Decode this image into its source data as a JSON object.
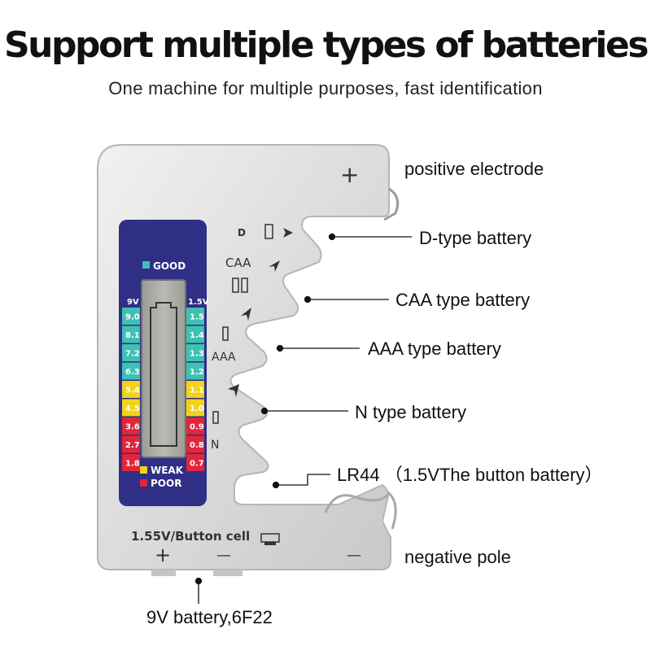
{
  "header": {
    "title": "Support multiple types of batteries",
    "subtitle": "One machine for multiple purposes, fast identification"
  },
  "callouts": {
    "positive": "positive electrode",
    "d_type": "D-type battery",
    "caa_type": "CAA type battery",
    "aaa_type": "AAA type battery",
    "n_type": "N type battery",
    "lr44": "LR44 （1.5VThe button battery）",
    "negative": "negative pole",
    "nine_volt": "9V battery,6F22"
  },
  "device": {
    "slot_labels": {
      "d": "D",
      "caa": "CAA",
      "aaa": "AAA",
      "n": "N"
    },
    "plus_sign": "+",
    "minus_sign": "—",
    "bottom_label": "1.55V/Button cell",
    "display": {
      "good_label": "GOOD",
      "weak_label": "WEAK",
      "poor_label": "POOR",
      "left_header": "9V",
      "right_header": "1.5V",
      "left_scale": [
        "9.0",
        "8.1",
        "7.2",
        "6.3",
        "5.4",
        "4.5",
        "3.6",
        "2.7",
        "1.8"
      ],
      "right_scale": [
        "1.5",
        "1.4",
        "1.3",
        "1.2",
        "1.1",
        "1.0",
        "0.9",
        "0.8",
        "0.7"
      ],
      "colors": {
        "good": "#3ec1b3",
        "weak": "#f2d21a",
        "poor": "#e2263a",
        "panel": "#2f2f86"
      }
    }
  }
}
